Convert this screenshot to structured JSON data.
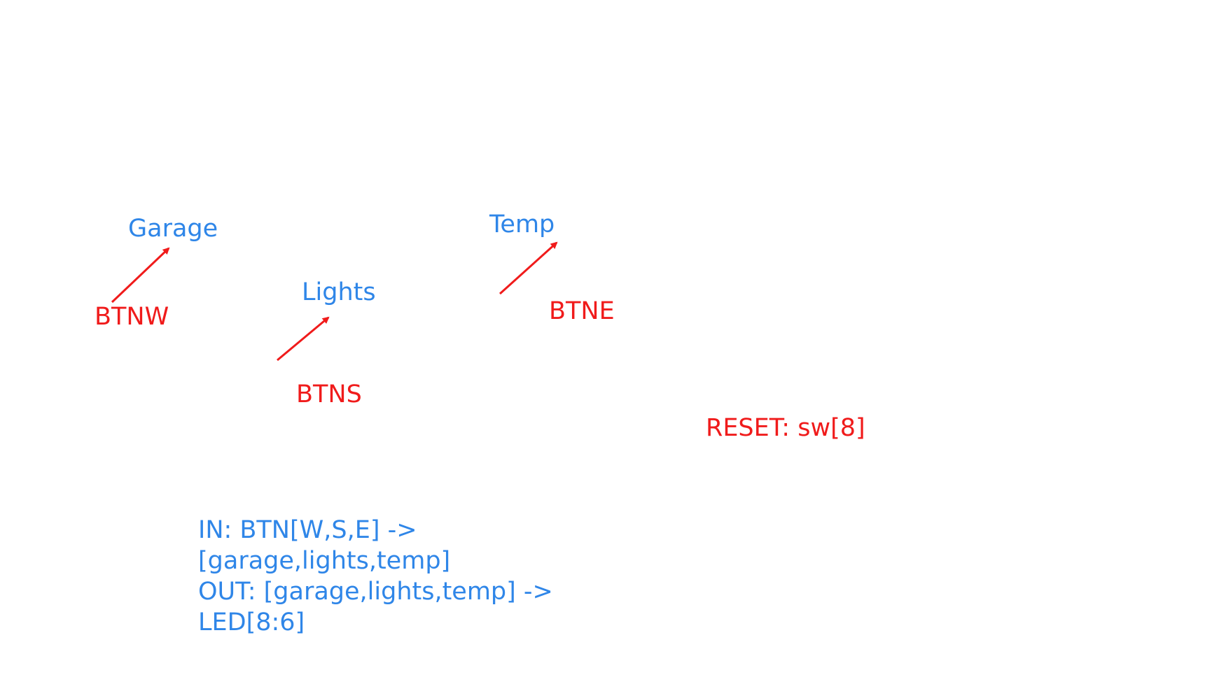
{
  "colors": {
    "function_label": "#2f86e8",
    "button_label": "#f01b1b",
    "arrow": "#f01b1b",
    "notes": "#2f86e8"
  },
  "functions": {
    "garage": "Garage",
    "lights": "Lights",
    "temp": "Temp"
  },
  "buttons": {
    "west": "BTNW",
    "south": "BTNS",
    "east": "BTNE"
  },
  "reset": "RESET: sw[8]",
  "notes": {
    "lines": [
      "IN: BTN[W,S,E] ->",
      "[garage,lights,temp]",
      "OUT: [garage,lights,temp] ->",
      "LED[8:6]"
    ]
  }
}
